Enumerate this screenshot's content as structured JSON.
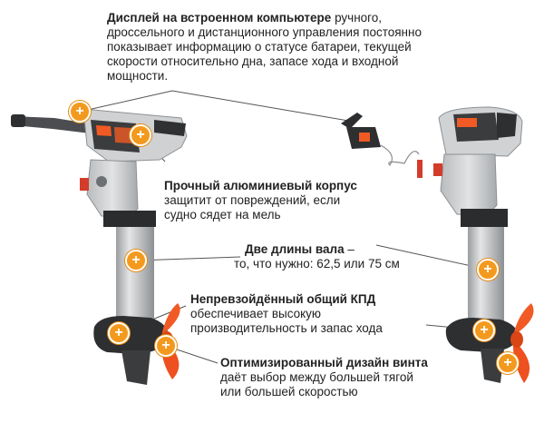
{
  "features": [
    {
      "id": "display",
      "title": "Дисплей на встроенном компьютере",
      "body_lines": [
        " ручного,",
        "дроссельного и дистанционного управления постоянно",
        "показывает информацию о статусе батареи, текущей",
        "скорости относительно дна, запасе хода и входной",
        "мощности."
      ]
    },
    {
      "id": "hull",
      "title": "Прочный алюминиевый корпус",
      "body_lines": [
        "защитит от повреждений, если",
        "судно сядет на мель"
      ]
    },
    {
      "id": "shaft",
      "title": "Две длины вала",
      "title_suffix": " –",
      "body_lines": [
        "то, что нужно: 62,5 или 75 см"
      ]
    },
    {
      "id": "efficiency",
      "title": "Непревзойдённый общий КПД",
      "body_lines": [
        "обеспечивает высокую",
        "производительность и запас хода"
      ]
    },
    {
      "id": "propeller",
      "title": "Оптимизированный дизайн винта",
      "body_lines": [
        "даёт выбор между большей тягой",
        "или большей скоростью"
      ]
    }
  ],
  "hotspot_symbol": "+",
  "colors": {
    "accent": "#f39a1e",
    "propeller": "#f15a24",
    "motor_body": "#c9cbcd",
    "text": "#222222"
  },
  "icons": [
    "plus-icon"
  ]
}
